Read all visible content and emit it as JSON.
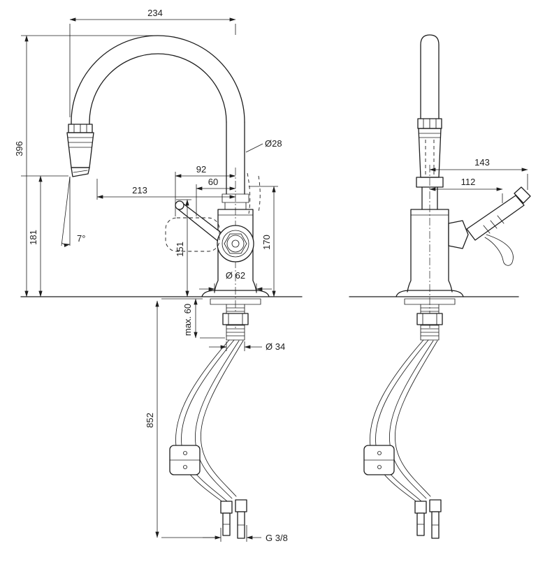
{
  "colors": {
    "background": "#ffffff",
    "line": "#1d1d1d"
  },
  "dimensions": {
    "d234": "234",
    "d396": "396",
    "d181": "181",
    "d92": "92",
    "d60": "60",
    "d213": "213",
    "d28": "Ø28",
    "d170": "170",
    "d151": "151",
    "d62": "Ø 62",
    "dmax60": "max. 60",
    "d34": "Ø 34",
    "d852": "852",
    "d7": "7°",
    "g38": "G 3/8",
    "d143": "143",
    "d112": "112"
  }
}
